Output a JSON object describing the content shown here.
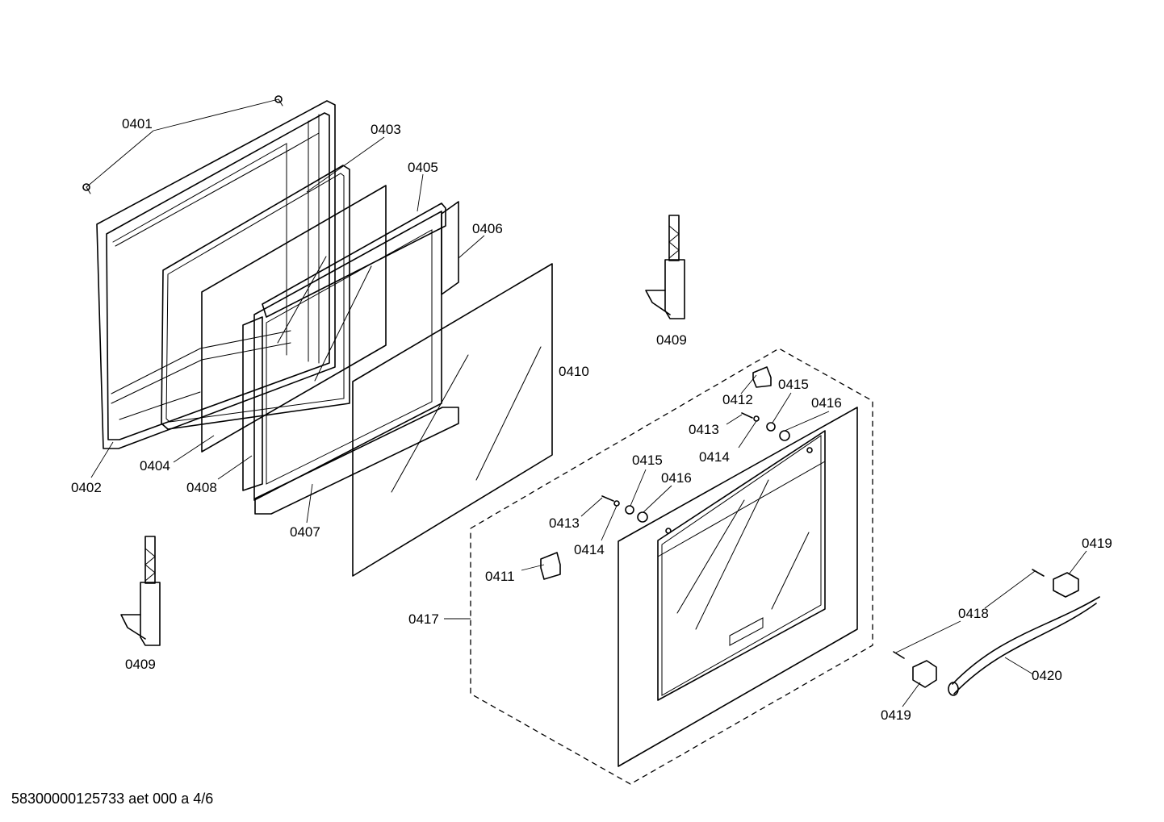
{
  "diagram": {
    "callouts": [
      {
        "id": "c0401",
        "label": "0401"
      },
      {
        "id": "c0402",
        "label": "0402"
      },
      {
        "id": "c0403",
        "label": "0403"
      },
      {
        "id": "c0404",
        "label": "0404"
      },
      {
        "id": "c0405",
        "label": "0405"
      },
      {
        "id": "c0406",
        "label": "0406"
      },
      {
        "id": "c0407",
        "label": "0407"
      },
      {
        "id": "c0408",
        "label": "0408"
      },
      {
        "id": "c0409a",
        "label": "0409"
      },
      {
        "id": "c0409b",
        "label": "0409"
      },
      {
        "id": "c0410",
        "label": "0410"
      },
      {
        "id": "c0411",
        "label": "0411"
      },
      {
        "id": "c0412",
        "label": "0412"
      },
      {
        "id": "c0413a",
        "label": "0413"
      },
      {
        "id": "c0413b",
        "label": "0413"
      },
      {
        "id": "c0414a",
        "label": "0414"
      },
      {
        "id": "c0414b",
        "label": "0414"
      },
      {
        "id": "c0415a",
        "label": "0415"
      },
      {
        "id": "c0415b",
        "label": "0415"
      },
      {
        "id": "c0416a",
        "label": "0416"
      },
      {
        "id": "c0416b",
        "label": "0416"
      },
      {
        "id": "c0417",
        "label": "0417"
      },
      {
        "id": "c0418",
        "label": "0418"
      },
      {
        "id": "c0419a",
        "label": "0419"
      },
      {
        "id": "c0419b",
        "label": "0419"
      },
      {
        "id": "c0420",
        "label": "0420"
      }
    ]
  },
  "footer": {
    "document_code": "58300000125733 aet 000 a 4/6"
  }
}
